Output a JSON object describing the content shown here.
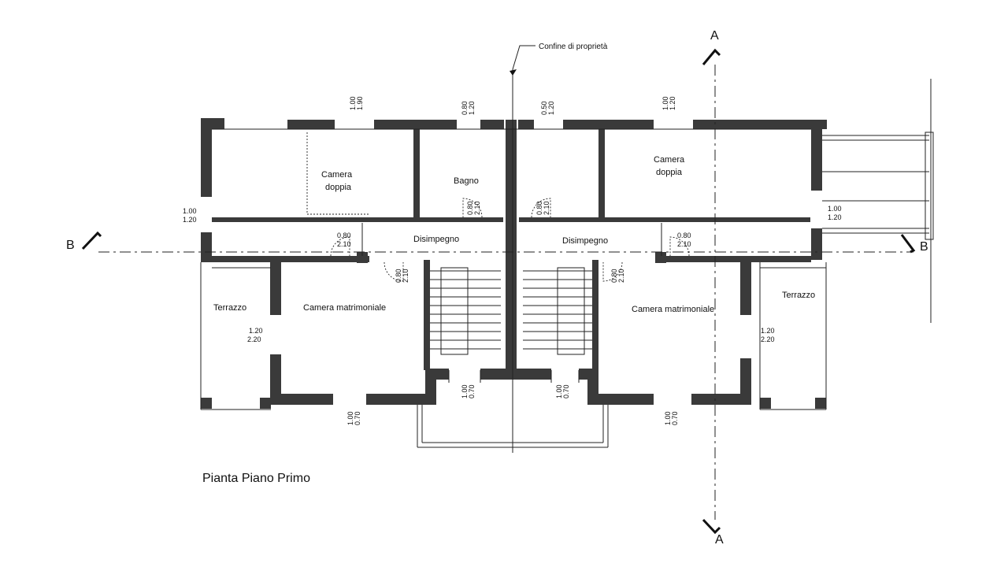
{
  "caption": "Pianta Piano Primo",
  "property_line_label": "Confine di proprietà",
  "section_marks": {
    "a_top": "A",
    "a_bottom": "A",
    "b_left": "B",
    "b_right": "B"
  },
  "rooms": {
    "left_double_bedroom": [
      "Camera",
      "doppia"
    ],
    "bathroom": "Bagno",
    "right_double_bedroom": [
      "Camera",
      "doppia"
    ],
    "left_hallway": "Disimpegno",
    "right_hallway": "Disimpegno",
    "left_master_bedroom": "Camera matrimoniale",
    "right_master_bedroom": "Camera matrimoniale",
    "left_terrace": "Terrazzo",
    "right_terrace": "Terrazzo"
  },
  "dimensions": {
    "top_window_1": [
      "1.00",
      "1.90"
    ],
    "top_window_2": [
      "0.80",
      "1.20"
    ],
    "top_window_3": [
      "0.50",
      "1.20"
    ],
    "top_window_4": [
      "1.00",
      "1.20"
    ],
    "left_wall_window": [
      "1.00",
      "1.20"
    ],
    "right_wall_window": [
      "1.00",
      "1.20"
    ],
    "door_left_hall": [
      "0.80",
      "2.10"
    ],
    "door_right_hall": [
      "0.80",
      "2.10"
    ],
    "door_bath_left": [
      "0.80",
      "2.10"
    ],
    "door_bath_right": [
      "0.80",
      "2.10"
    ],
    "door_master_left": [
      "0.80",
      "2.10"
    ],
    "door_master_right": [
      "0.80",
      "2.10"
    ],
    "terrace_door_left": [
      "1.20",
      "2.20"
    ],
    "terrace_door_right": [
      "1.20",
      "2.20"
    ],
    "bottom_window_1": [
      "1.00",
      "0.70"
    ],
    "bottom_window_2": [
      "1.00",
      "0.70"
    ],
    "bottom_window_3": [
      "1.00",
      "0.70"
    ],
    "bottom_window_4": [
      "1.00",
      "0.70"
    ]
  }
}
